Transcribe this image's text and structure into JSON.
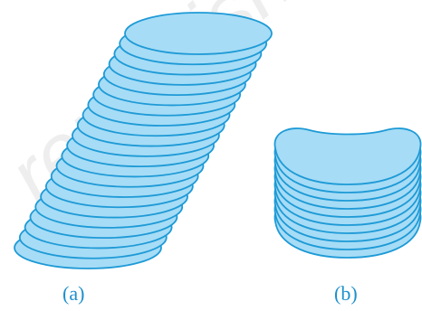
{
  "colors": {
    "fill": "#a6dcf6",
    "stroke": "#1e9ad6",
    "caption": "#1e90cc",
    "watermark": "#eeeeee"
  },
  "watermark": "republished",
  "stack_a": {
    "label": "(a)",
    "disc_count": 22,
    "shape": "ellipse-disc"
  },
  "stack_b": {
    "label": "(b)",
    "disc_count": 10,
    "shape": "saddle-disc"
  }
}
